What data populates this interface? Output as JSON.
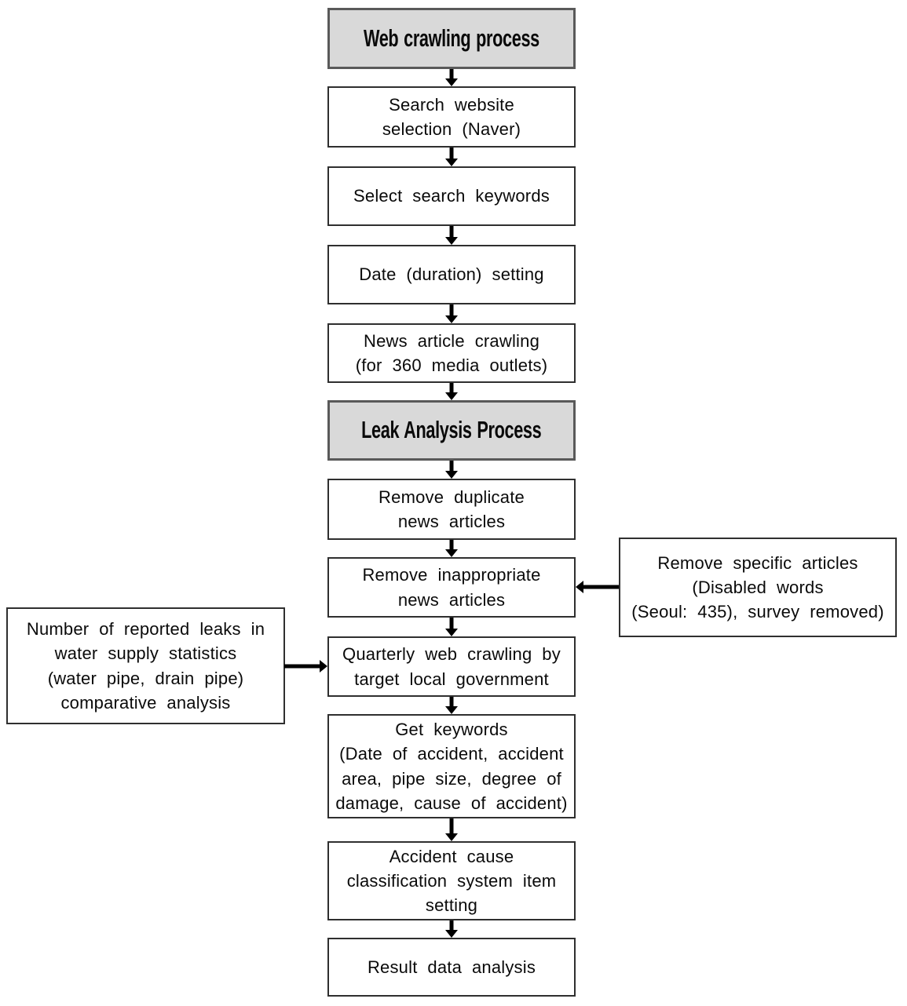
{
  "colors": {
    "background": "#ffffff",
    "header_fill": "#d9d9d9",
    "header_border": "#595959",
    "box_border": "#2f2f2f",
    "arrow": "#000000",
    "text": "#0a0a0a"
  },
  "flow": {
    "main_boxes": [
      {
        "id": "web-crawling-process",
        "kind": "header",
        "label": "Web crawling process"
      },
      {
        "id": "search-website-selection",
        "kind": "step",
        "label": "Search website\nselection (Naver)"
      },
      {
        "id": "select-search-keywords",
        "kind": "step",
        "label": "Select search keywords"
      },
      {
        "id": "date-duration-setting",
        "kind": "step",
        "label": "Date (duration) setting"
      },
      {
        "id": "news-article-crawling",
        "kind": "step",
        "label": "News article crawling\n(for 360 media outlets)"
      },
      {
        "id": "leak-analysis-process",
        "kind": "header",
        "label": "Leak Analysis Process"
      },
      {
        "id": "remove-duplicate-news-articles",
        "kind": "step",
        "label": "Remove duplicate\nnews articles"
      },
      {
        "id": "remove-inappropriate-news-articles",
        "kind": "step",
        "label": "Remove inappropriate\nnews articles"
      },
      {
        "id": "quarterly-web-crawling",
        "kind": "step",
        "label": "Quarterly web crawling by\ntarget local government"
      },
      {
        "id": "get-keywords",
        "kind": "step",
        "label": "Get keywords\n(Date of accident, accident\narea, pipe size, degree of\ndamage, cause of accident)"
      },
      {
        "id": "accident-cause-classification",
        "kind": "step",
        "label": "Accident cause\nclassification system item\nsetting"
      },
      {
        "id": "result-data-analysis",
        "kind": "step",
        "label": "Result data analysis"
      }
    ],
    "side_notes": [
      {
        "id": "water-supply-statistics-note",
        "side": "left",
        "label": "Number of reported leaks in\nwater supply statistics\n(water pipe, drain pipe)\ncomparative analysis"
      },
      {
        "id": "remove-specific-articles-note",
        "side": "right",
        "label": "Remove specific articles\n(Disabled words\n(Seoul: 435), survey removed)"
      }
    ]
  }
}
